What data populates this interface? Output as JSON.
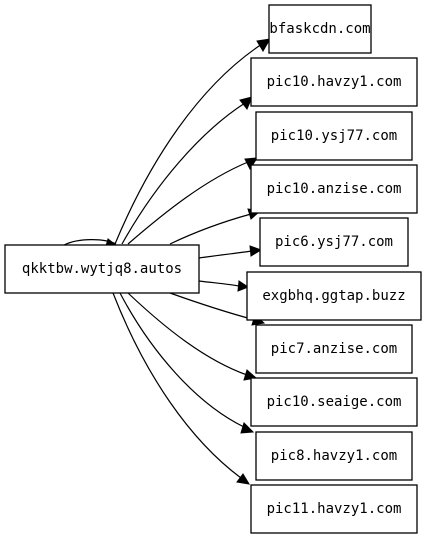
{
  "graph": {
    "source": {
      "label": "qkktbw.wytjq8.autos"
    },
    "targets": [
      {
        "label": "bfaskcdn.com"
      },
      {
        "label": "pic10.havzy1.com"
      },
      {
        "label": "pic10.ysj77.com"
      },
      {
        "label": "pic10.anzise.com"
      },
      {
        "label": "pic6.ysj77.com"
      },
      {
        "label": "exgbhq.ggtap.buzz"
      },
      {
        "label": "pic7.anzise.com"
      },
      {
        "label": "pic10.seaige.com"
      },
      {
        "label": "pic8.havzy1.com"
      },
      {
        "label": "pic11.havzy1.com"
      }
    ],
    "self_loop": true,
    "edge_color": "#000000",
    "node_border_color": "#000000",
    "background": "#ffffff"
  }
}
